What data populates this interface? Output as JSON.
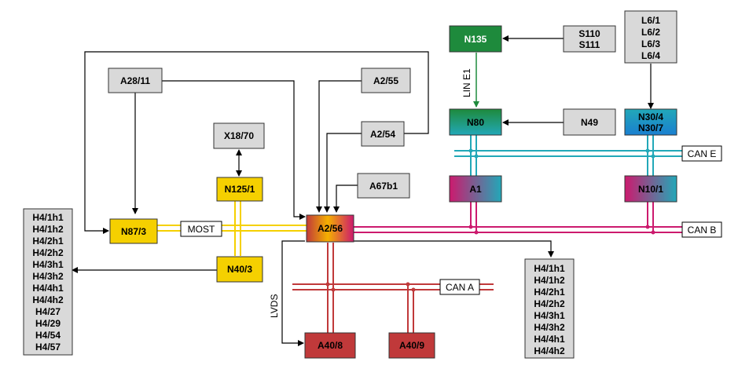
{
  "nodes": {
    "n135": "N135",
    "s110": "S110",
    "s111": "S111",
    "l6": [
      "L6/1",
      "L6/2",
      "L6/3",
      "L6/4"
    ],
    "a2811": "A28/11",
    "a255": "A2/55",
    "lin": "LIN E1",
    "n80": "N80",
    "n49": "N49",
    "n304": "N30/4",
    "n307": "N30/7",
    "x1870": "X18/70",
    "a254": "A2/54",
    "n1251": "N125/1",
    "a67b1": "A67b1",
    "a1": "A1",
    "n101": "N10/1",
    "n873": "N87/3",
    "a256": "A2/56",
    "n403": "N40/3",
    "lvds": "LVDS",
    "a408": "A40/8",
    "a409": "A40/9",
    "left_list": [
      "H4/1h1",
      "H4/1h2",
      "H4/2h1",
      "H4/2h2",
      "H4/3h1",
      "H4/3h2",
      "H4/4h1",
      "H4/4h2",
      "H4/27",
      "H4/29",
      "H4/54",
      "H4/57"
    ],
    "right_list": [
      "H4/1h1",
      "H4/1h2",
      "H4/2h1",
      "H4/2h2",
      "H4/3h1",
      "H4/3h2",
      "H4/4h1",
      "H4/4h2"
    ]
  },
  "buses": {
    "can_e": "CAN E",
    "can_b": "CAN B",
    "can_a": "CAN A",
    "most": "MOST"
  },
  "colors": {
    "green": "#1e8a3c",
    "teal": "#22a8b8",
    "magenta": "#cc1a6e",
    "yellow": "#f5d000",
    "brick": "#c0393a",
    "gray": "#d9d9d9"
  }
}
